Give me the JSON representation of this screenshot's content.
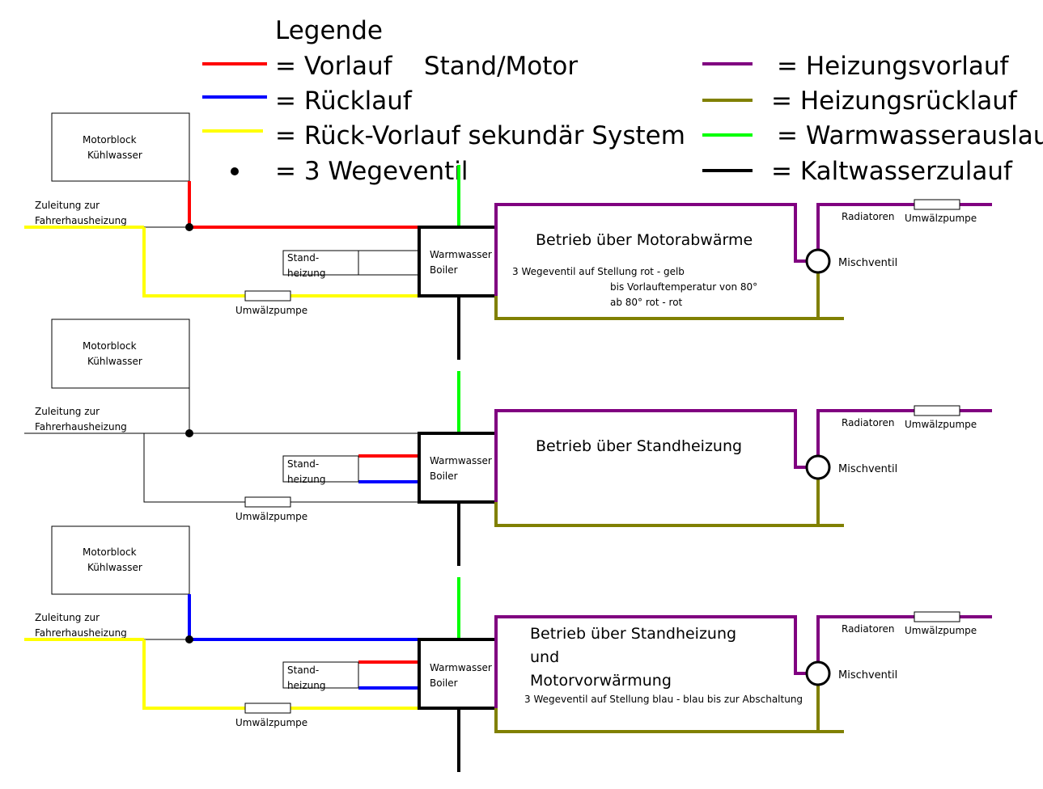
{
  "colors": {
    "vorlauf": "#ff0000",
    "ruecklauf": "#0000ff",
    "sekundaer": "#ffff00",
    "heizungsvorlauf": "#800080",
    "heizungsruecklauf": "#808000",
    "warmwasser": "#00ff00",
    "kaltwasser": "#000000",
    "thin": "#000000"
  },
  "legend": {
    "title": "Legende",
    "left": [
      {
        "label": "= Vorlauf    Stand/Motor",
        "color": "#ff0000"
      },
      {
        "label": "= Rücklauf",
        "color": "#0000ff"
      },
      {
        "label": "= Rück-Vorlauf sekundär System",
        "color": "#ffff00"
      },
      {
        "label": "= 3 Wegeventil",
        "marker": "dot"
      }
    ],
    "right": [
      {
        "label": "= Heizungsvorlauf",
        "color": "#800080"
      },
      {
        "label": "= Heizungsrücklauf",
        "color": "#808000"
      },
      {
        "label": "= Warmwasserauslauf",
        "color": "#00ff00"
      },
      {
        "label": "= Kaltwasserzulauf",
        "color": "#000000"
      }
    ]
  },
  "common": {
    "motorblock_line1": "Motorblock",
    "motorblock_line2": "Kühlwasser",
    "zuleitung_line1": "Zuleitung zur",
    "zuleitung_line2": "Fahrerhausheizung",
    "standheizung_line1": "Stand-",
    "standheizung_line2": "heizung",
    "boiler_line1": "Warmwasser",
    "boiler_line2": "Boiler",
    "umwaelzpumpe": "Umwälzpumpe",
    "radiatoren": "Radiatoren",
    "mischventil": "Mischventil"
  },
  "sections": [
    {
      "id": "motor",
      "title_lines": [
        "Betrieb über Motorabwärme"
      ],
      "notes": [
        "3 Wegeventil auf Stellung rot - gelb",
        "bis Vorlauftemperatur von 80°",
        "ab 80° rot - rot"
      ]
    },
    {
      "id": "stand",
      "title_lines": [
        "Betrieb über Standheizung"
      ],
      "notes": []
    },
    {
      "id": "stand-motor",
      "title_lines": [
        "Betrieb über Standheizung",
        "und",
        "Motorvorwärmung"
      ],
      "notes": [
        "3 Wegeventil auf Stellung blau - blau bis zur Abschaltung"
      ]
    }
  ]
}
